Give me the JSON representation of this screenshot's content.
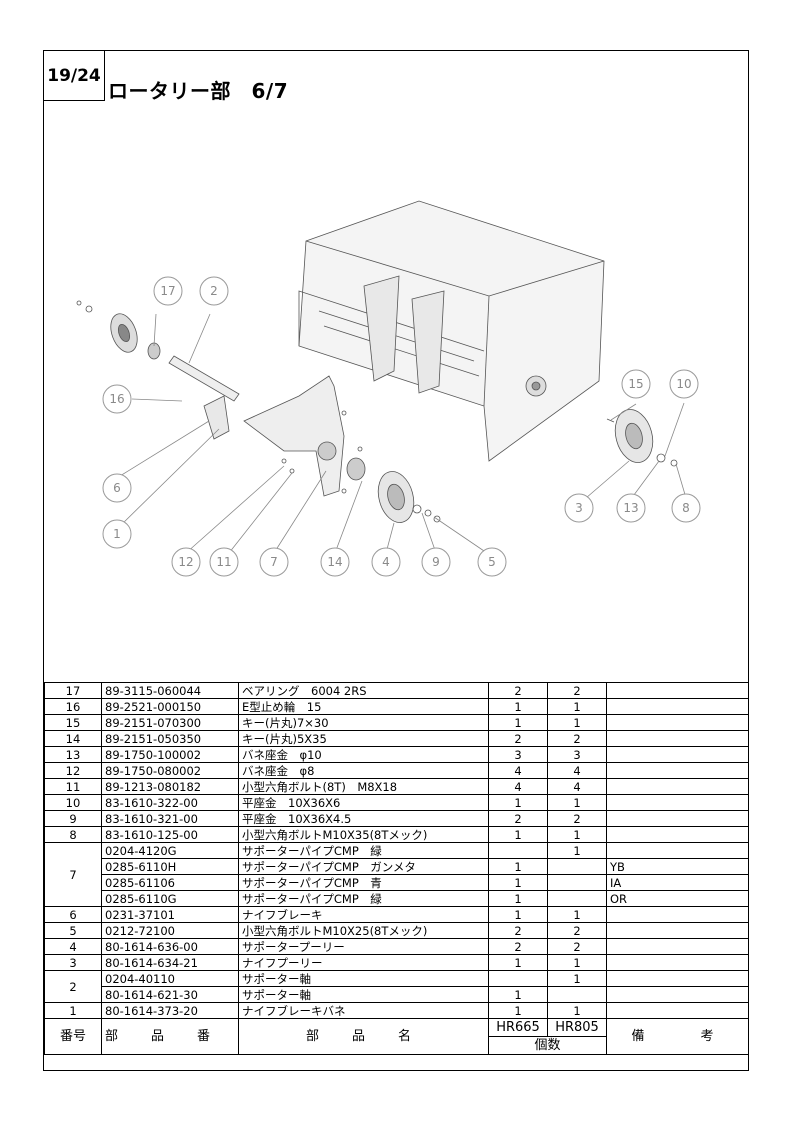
{
  "header": {
    "page": "19/24",
    "title": "ロータリー部　6/7"
  },
  "callouts": [
    "17",
    "2",
    "16",
    "6",
    "1",
    "12",
    "11",
    "7",
    "14",
    "4",
    "9",
    "5",
    "15",
    "10",
    "3",
    "13",
    "8"
  ],
  "table": {
    "headers": {
      "no": "番号",
      "part_no": "部　品　番　号",
      "part_name": "部　品　名",
      "model1": "HR665",
      "model2": "HR805",
      "qty": "個数",
      "remarks": "備　　考"
    },
    "rows": [
      {
        "no": "17",
        "part_no": "89-3115-060044",
        "name": "ベアリング　6004 2RS",
        "q1": "2",
        "q2": "2",
        "rem": ""
      },
      {
        "no": "16",
        "part_no": "89-2521-000150",
        "name": "E型止め輪　15",
        "q1": "1",
        "q2": "1",
        "rem": ""
      },
      {
        "no": "15",
        "part_no": "89-2151-070300",
        "name": "キー(片丸)7×30",
        "q1": "1",
        "q2": "1",
        "rem": ""
      },
      {
        "no": "14",
        "part_no": "89-2151-050350",
        "name": "キー(片丸)5X35",
        "q1": "2",
        "q2": "2",
        "rem": ""
      },
      {
        "no": "13",
        "part_no": "89-1750-100002",
        "name": "バネ座金　φ10",
        "q1": "3",
        "q2": "3",
        "rem": ""
      },
      {
        "no": "12",
        "part_no": "89-1750-080002",
        "name": "バネ座金　φ8",
        "q1": "4",
        "q2": "4",
        "rem": ""
      },
      {
        "no": "11",
        "part_no": "89-1213-080182",
        "name": "小型六角ボルト(8T)　M8X18",
        "q1": "4",
        "q2": "4",
        "rem": ""
      },
      {
        "no": "10",
        "part_no": "83-1610-322-00",
        "name": "平座金　10X36X6",
        "q1": "1",
        "q2": "1",
        "rem": ""
      },
      {
        "no": "9",
        "part_no": "83-1610-321-00",
        "name": "平座金　10X36X4.5",
        "q1": "2",
        "q2": "2",
        "rem": ""
      },
      {
        "no": "8",
        "part_no": "83-1610-125-00",
        "name": "小型六角ボルトM10X35(8Tメック)",
        "q1": "1",
        "q2": "1",
        "rem": ""
      }
    ],
    "group7": {
      "no": "7",
      "rows": [
        {
          "part_no": "0204-4120G",
          "name": "サポーターパイプCMP　緑",
          "q1": "",
          "q2": "1",
          "rem": ""
        },
        {
          "part_no": "0285-6110H",
          "name": "サポーターパイプCMP　ガンメタ",
          "q1": "1",
          "q2": "",
          "rem": "YB"
        },
        {
          "part_no": "0285-61106",
          "name": "サポーターパイプCMP　青",
          "q1": "1",
          "q2": "",
          "rem": "IA"
        },
        {
          "part_no": "0285-6110G",
          "name": "サポーターパイプCMP　緑",
          "q1": "1",
          "q2": "",
          "rem": "OR"
        }
      ]
    },
    "rows_b": [
      {
        "no": "6",
        "part_no": "0231-37101",
        "name": "ナイフブレーキ",
        "q1": "1",
        "q2": "1",
        "rem": ""
      },
      {
        "no": "5",
        "part_no": "0212-72100",
        "name": "小型六角ボルトM10X25(8Tメック)",
        "q1": "2",
        "q2": "2",
        "rem": ""
      },
      {
        "no": "4",
        "part_no": "80-1614-636-00",
        "name": "サポータープーリー",
        "q1": "2",
        "q2": "2",
        "rem": ""
      },
      {
        "no": "3",
        "part_no": "80-1614-634-21",
        "name": "ナイフプーリー",
        "q1": "1",
        "q2": "1",
        "rem": ""
      }
    ],
    "group2": {
      "no": "2",
      "rows": [
        {
          "part_no": "0204-40110",
          "name": "サポーター軸",
          "q1": "",
          "q2": "1",
          "rem": ""
        },
        {
          "part_no": "80-1614-621-30",
          "name": "サポーター軸",
          "q1": "1",
          "q2": "",
          "rem": ""
        }
      ]
    },
    "row1": {
      "no": "1",
      "part_no": "80-1614-373-20",
      "name": "ナイフブレーキバネ",
      "q1": "1",
      "q2": "1",
      "rem": ""
    }
  }
}
